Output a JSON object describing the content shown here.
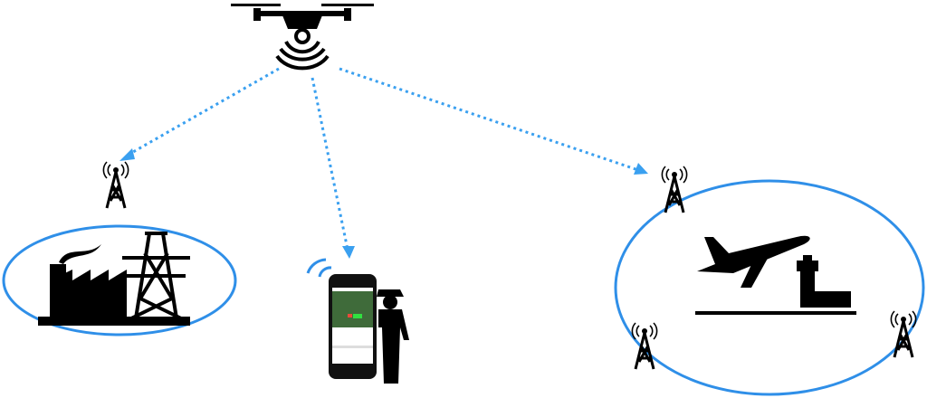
{
  "colors": {
    "link": "#3aa0f0",
    "ellipse": "#2f8fe8",
    "icon": "#000000",
    "map_green": "#3f6b3a",
    "marker_red": "#e84a3a",
    "marker_green": "#31e040"
  },
  "nodes": [
    {
      "id": "drone",
      "icon": "drone-icon"
    },
    {
      "id": "industrial-zone",
      "icons": [
        "factory-icon",
        "power-pylon-icon",
        "cell-tower-icon"
      ]
    },
    {
      "id": "ground-operator",
      "icons": [
        "smartphone-icon",
        "police-officer-icon"
      ]
    },
    {
      "id": "airport-zone",
      "icons": [
        "airplane-icon",
        "control-tower-icon",
        "cell-tower-icon"
      ]
    }
  ]
}
